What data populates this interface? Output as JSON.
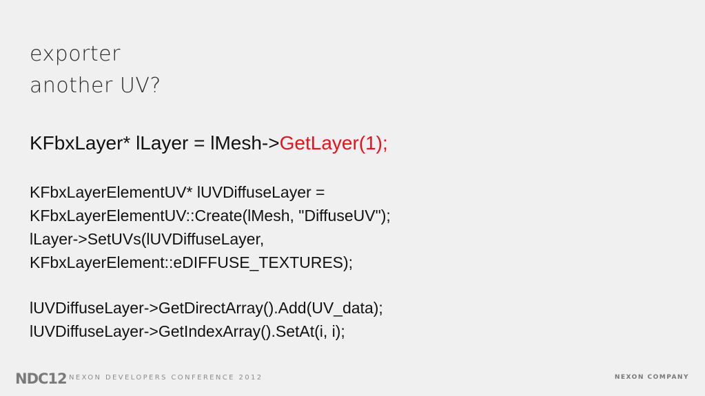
{
  "slide": {
    "title_lines": [
      "exporter",
      "another UV?"
    ],
    "highlight": {
      "prefix": "KFbxLayer* lLayer = lMesh->",
      "accent": "GetLayer(1);",
      "accent_color": "#e8111b"
    },
    "code_lines_1": [
      "KFbxLayerElementUV* lUVDiffuseLayer =",
      "KFbxLayerElementUV::Create(lMesh, \"DiffuseUV\");",
      "lLayer->SetUVs(lUVDiffuseLayer,",
      "KFbxLayerElement::eDIFFUSE_TEXTURES);"
    ],
    "code_lines_2": [
      "lUVDiffuseLayer->GetDirectArray().Add(UV_data);",
      "lUVDiffuseLayer->GetIndexArray().SetAt(i, i);"
    ]
  },
  "footer": {
    "logo_text": "NDC12",
    "conference": "NEXON DEVELOPERS CONFERENCE 2012",
    "company": "NEXON COMPANY"
  }
}
